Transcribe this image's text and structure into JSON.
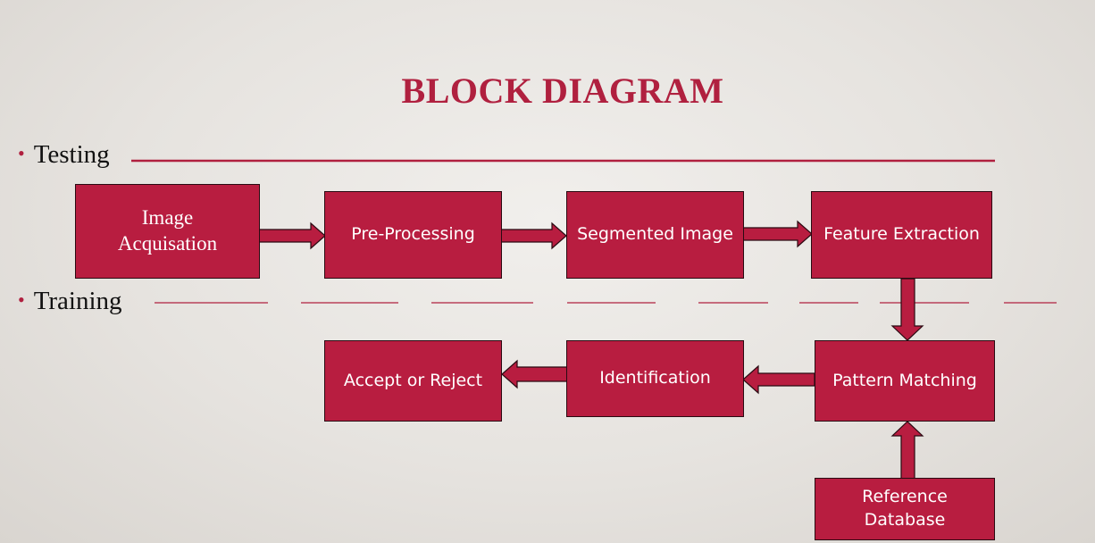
{
  "title": "BLOCK DIAGRAM",
  "sections": {
    "testing": "Testing",
    "training": "Training"
  },
  "blocks": {
    "image_acquisition": "Image Acquisation",
    "pre_processing": "Pre-Processing",
    "segmented_image": "Segmented Image",
    "feature_extraction": "Feature Extraction",
    "pattern_matching": "Pattern Matching",
    "identification": "Identification",
    "accept_or_reject": "Accept or Reject",
    "reference_database": "Reference Database"
  },
  "colors": {
    "accent": "#b81d40",
    "title": "#b0203f",
    "border": "#2a0a12"
  }
}
